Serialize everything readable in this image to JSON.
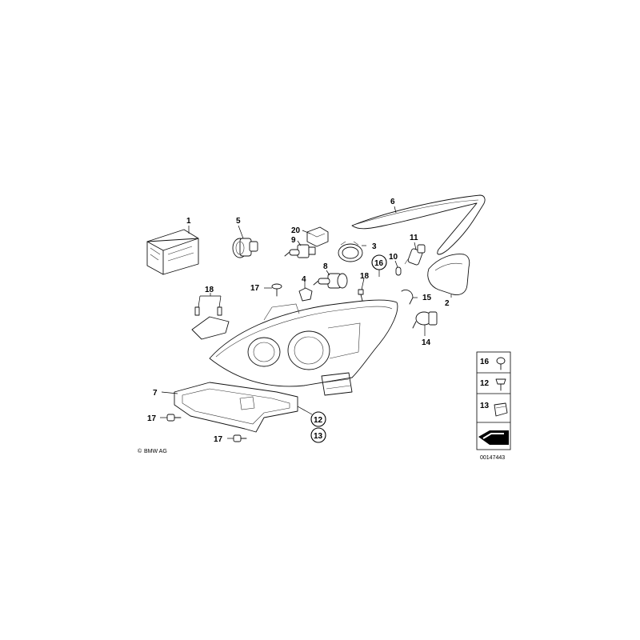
{
  "callouts": {
    "c1": "1",
    "c2": "2",
    "c3": "3",
    "c4": "4",
    "c5": "5",
    "c6": "6",
    "c7": "7",
    "c8": "8",
    "c9": "9",
    "c10": "10",
    "c11": "11",
    "c14": "14",
    "c15": "15",
    "c16": "16",
    "c17a": "17",
    "c17b": "17",
    "c17c": "17",
    "c18a": "18",
    "c18b": "18",
    "c20": "20",
    "c12": "12",
    "c13": "13"
  },
  "legend": {
    "row1": "16",
    "row2": "12",
    "row3": "13"
  },
  "copyright": "BMW AG",
  "copyright_symbol": "©",
  "drawing_number": "00147443"
}
